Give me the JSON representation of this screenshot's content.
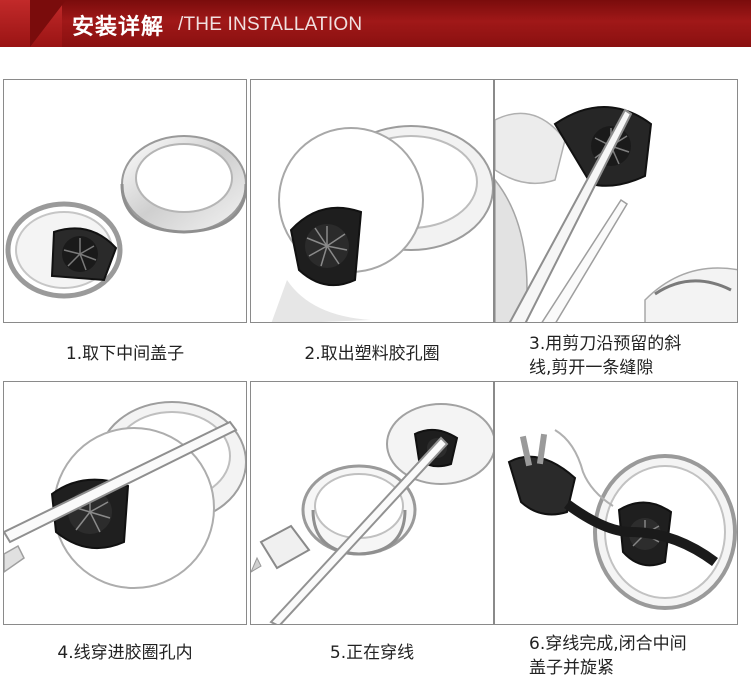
{
  "header": {
    "title": "安装详解",
    "subtitle": "/THE INSTALLATION",
    "colors": {
      "banner": "#8a1010",
      "accent": "#c22a2a"
    }
  },
  "steps": [
    {
      "lines": [
        "1.取下中间盖子"
      ]
    },
    {
      "lines": [
        "2.取出塑料胶孔圈"
      ]
    },
    {
      "lines": [
        "3.用剪刀沿预留的斜",
        "线,剪开一条缝隙"
      ]
    },
    {
      "lines": [
        "4.线穿进胶圈孔内"
      ]
    },
    {
      "lines": [
        "5.正在穿线"
      ]
    },
    {
      "lines": [
        "6.穿线完成,闭合中间",
        "盖子并旋紧"
      ]
    }
  ]
}
